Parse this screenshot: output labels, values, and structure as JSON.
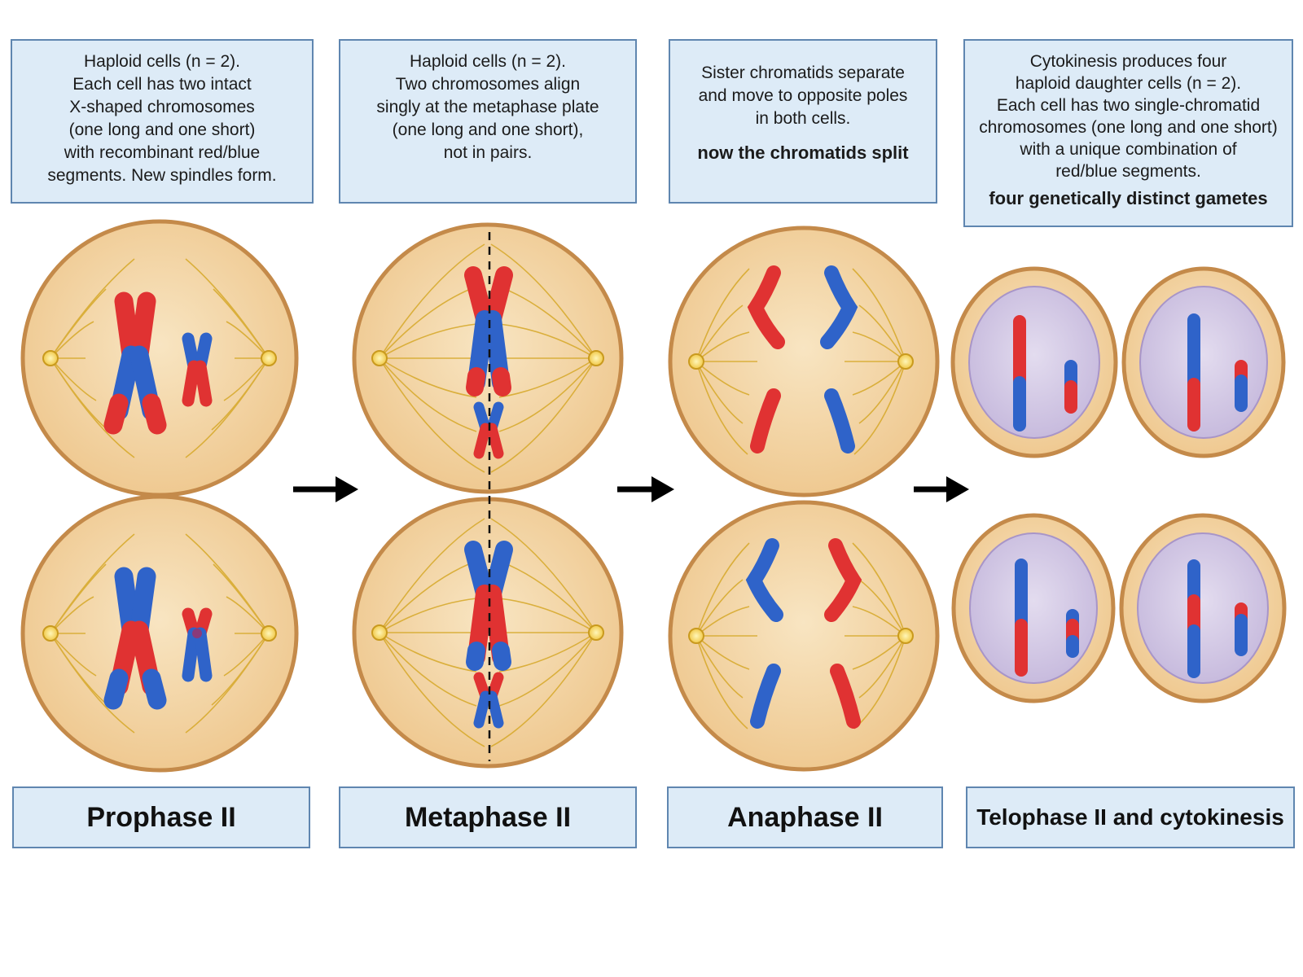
{
  "stages": [
    {
      "name": "Prophase II",
      "description": [
        "Haploid cells (n = 2).",
        "Each cell has two intact",
        "X-shaped chromosomes",
        "(one long and one short)",
        "with recombinant red/blue",
        "segments. New spindles form."
      ],
      "highlight": ""
    },
    {
      "name": "Metaphase II",
      "description": [
        "Haploid cells (n = 2).",
        "Two chromosomes align",
        "singly at the metaphase plate",
        "(one long and one short),",
        "not in pairs."
      ],
      "highlight": ""
    },
    {
      "name": "Anaphase II",
      "description": [
        "Sister chromatids separate",
        "and move to opposite poles",
        "in both cells."
      ],
      "highlight": "now the chromatids split"
    },
    {
      "name": "Telophase II and cytokinesis",
      "description": [
        "Cytokinesis produces four",
        "haploid daughter cells (n = 2).",
        "Each cell has two single-chromatid",
        "chromosomes (one long and one short)",
        "with a unique combination of",
        "red/blue segments."
      ],
      "highlight": "four genetically distinct gametes"
    }
  ],
  "colors": {
    "chromosome_red": "#e03232",
    "chromosome_blue": "#2f63c9",
    "cell_fill": "#f4d9ae",
    "cell_border": "#c48a4a",
    "nucleus_fill": "#d6cde6",
    "spindle": "#d8ab30",
    "box_fill": "#ddebf7",
    "box_border": "#5f86b0"
  }
}
